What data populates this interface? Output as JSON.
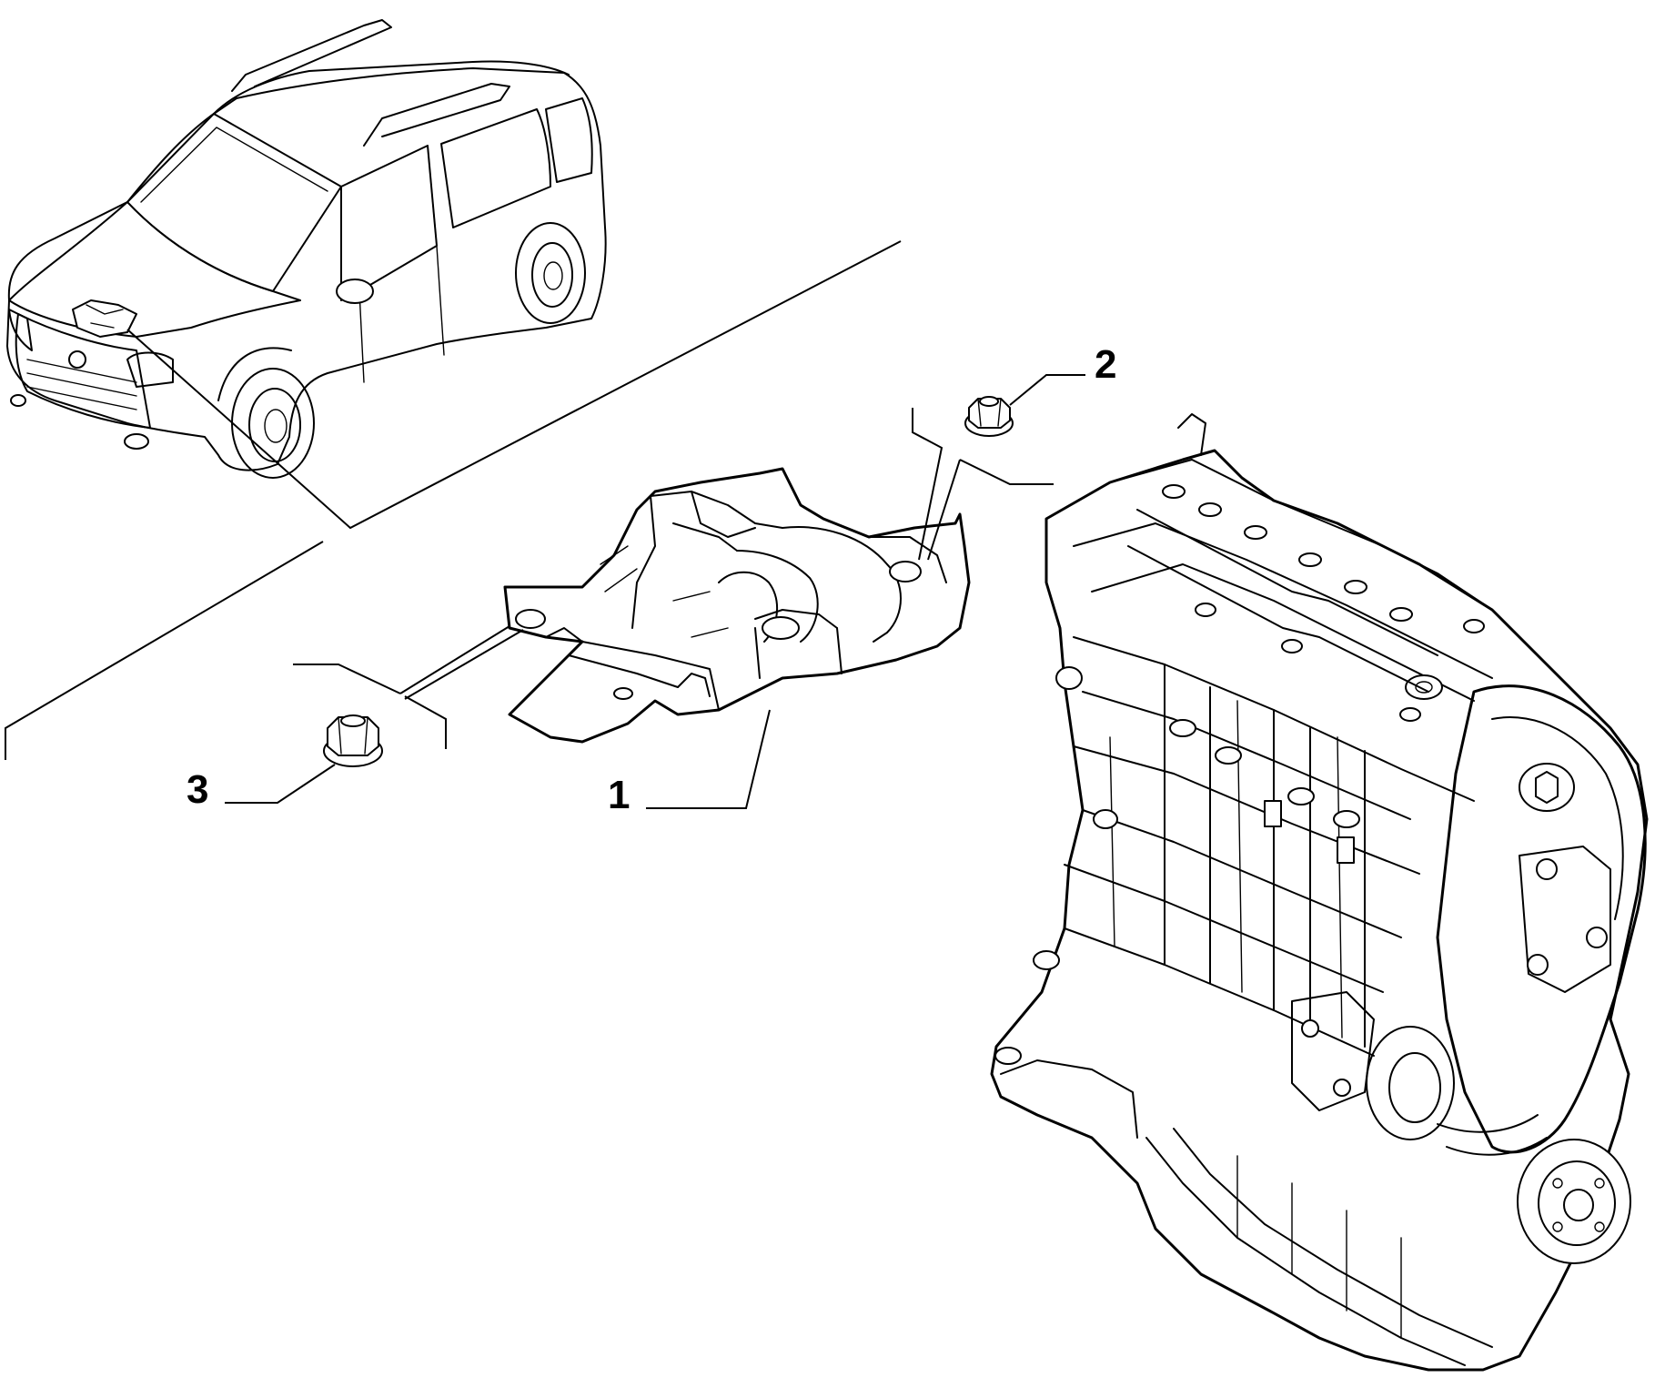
{
  "callouts": [
    {
      "id": "1",
      "label": "1"
    },
    {
      "id": "2",
      "label": "2"
    },
    {
      "id": "3",
      "label": "3"
    }
  ],
  "parts": {
    "vehicle": "vehicle-overview",
    "engine_mount": "engine-mount-bracket",
    "nut_small": "flange-nut",
    "nut_large": "flange-nut",
    "engine": "engine-block"
  }
}
